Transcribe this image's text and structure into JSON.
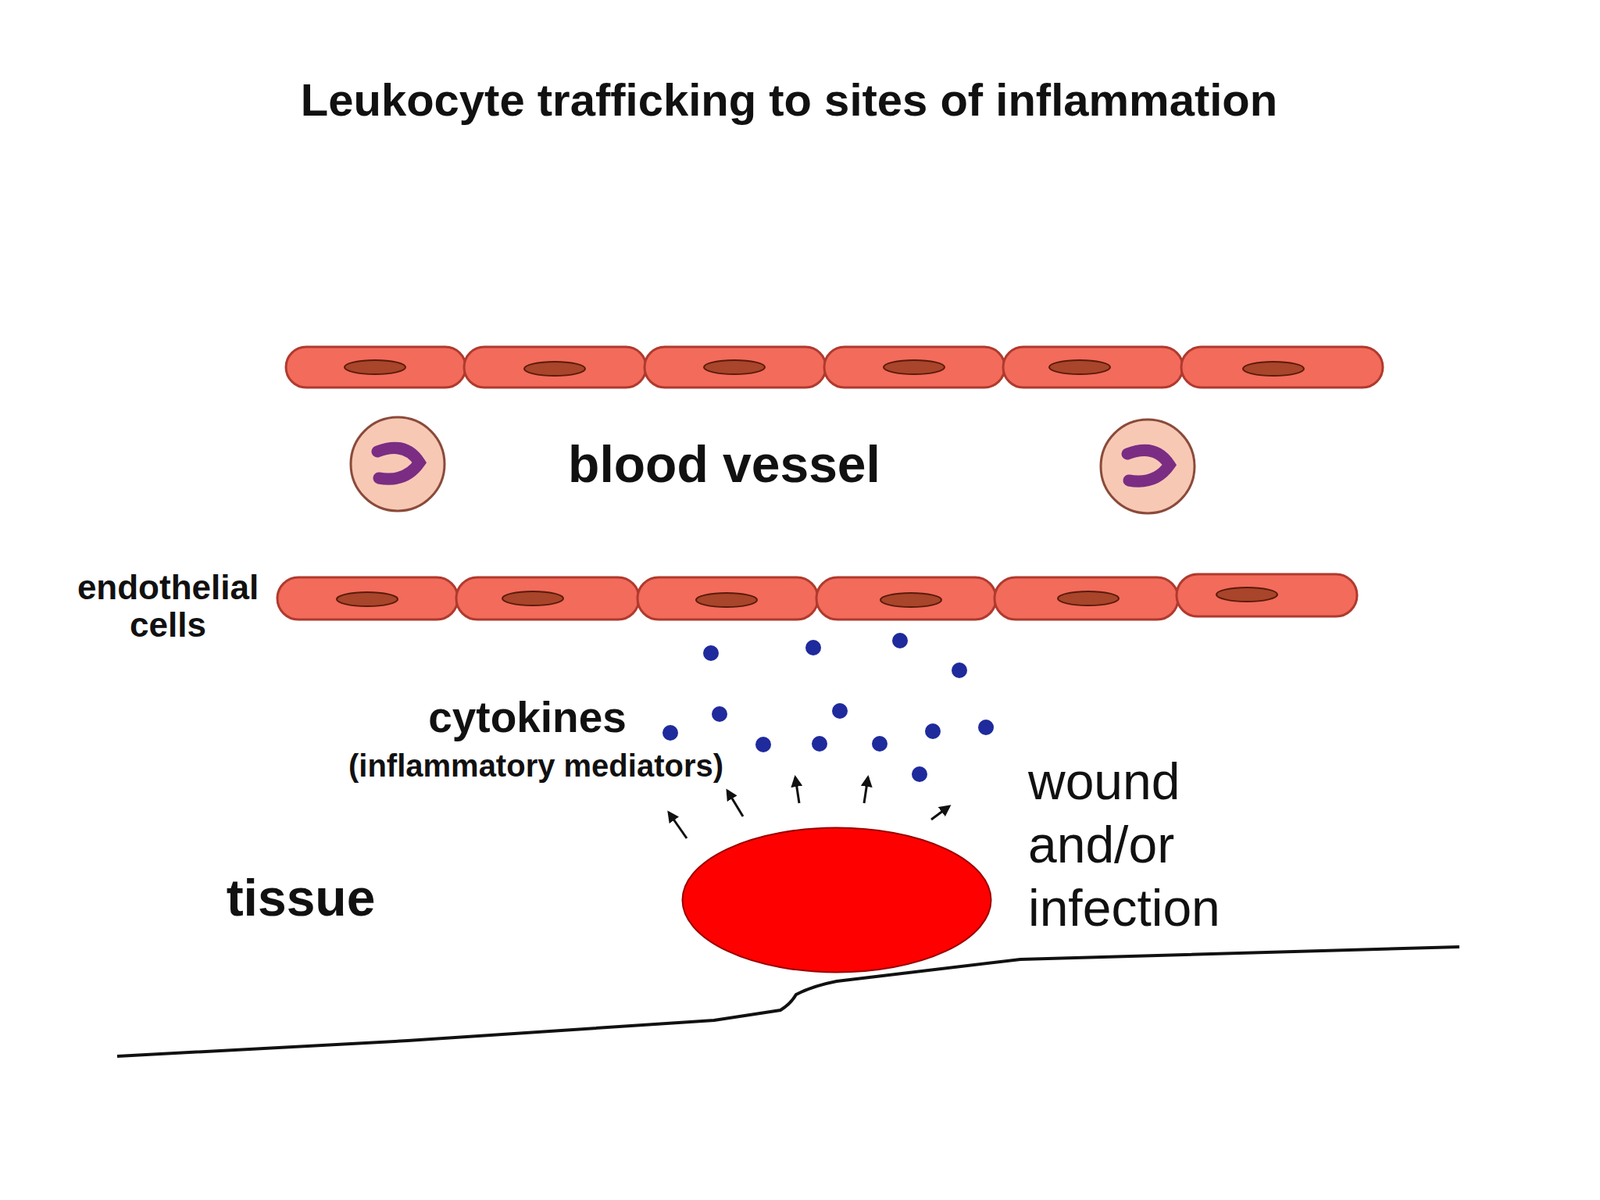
{
  "diagram": {
    "title": "Leukocyte trafficking to sites of inflammation",
    "nodes": [
      {
        "text": [
          "wound and/or infection"
        ]
      }
    ],
    "labels": [
      "blood vessel",
      "endothelial cells",
      "cytokines",
      "(inflammatory mediators)",
      "tissue"
    ]
  }
}
